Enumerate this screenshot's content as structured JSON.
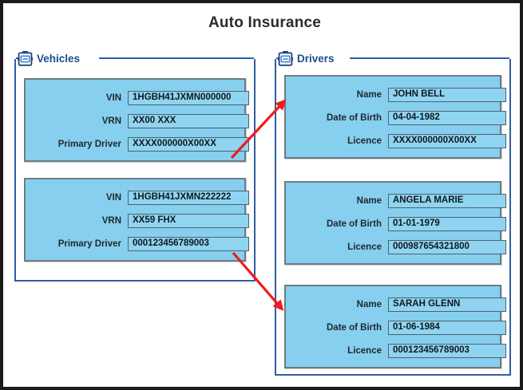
{
  "page": {
    "title": "Auto Insurance"
  },
  "groups": {
    "vehicles": {
      "title": "Vehicles",
      "icon": "clipboard-collapse-icon",
      "labels": {
        "vin": "VIN",
        "vrn": "VRN",
        "primary_driver": "Primary Driver"
      },
      "records": [
        {
          "vin": "1HGBH41JXMN000000",
          "vrn": "XX00 XXX",
          "primary_driver": "XXXX000000X00XX"
        },
        {
          "vin": "1HGBH41JXMN222222",
          "vrn": "XX59 FHX",
          "primary_driver": "000123456789003"
        }
      ]
    },
    "drivers": {
      "title": "Drivers",
      "icon": "clipboard-collapse-icon",
      "labels": {
        "name": "Name",
        "date_of_birth": "Date of Birth",
        "licence": "Licence"
      },
      "records": [
        {
          "name": "JOHN BELL",
          "date_of_birth": "04-04-1982",
          "licence": "XXXX000000X00XX"
        },
        {
          "name": "ANGELA MARIE",
          "date_of_birth": "01-01-1979",
          "licence": "000987654321800"
        },
        {
          "name": "SARAH GLENN",
          "date_of_birth": "01-06-1984",
          "licence": "000123456789003"
        }
      ]
    }
  },
  "connectors": [
    {
      "name": "vehicle-1-to-driver-1",
      "from": "vehicles.records.0.primary_driver",
      "to": "drivers.records.0",
      "color": "#ee1c1c"
    },
    {
      "name": "vehicle-2-to-driver-3",
      "from": "vehicles.records.1.primary_driver",
      "to": "drivers.records.2",
      "color": "#ee1c1c"
    }
  ],
  "colors": {
    "card_fill": "#87cfee",
    "card_border": "#6e7b84",
    "group_border": "#2e5fa3",
    "group_title": "#1c4d8c",
    "arrow": "#ee1c1c",
    "page_border": "#1a1a1a"
  }
}
